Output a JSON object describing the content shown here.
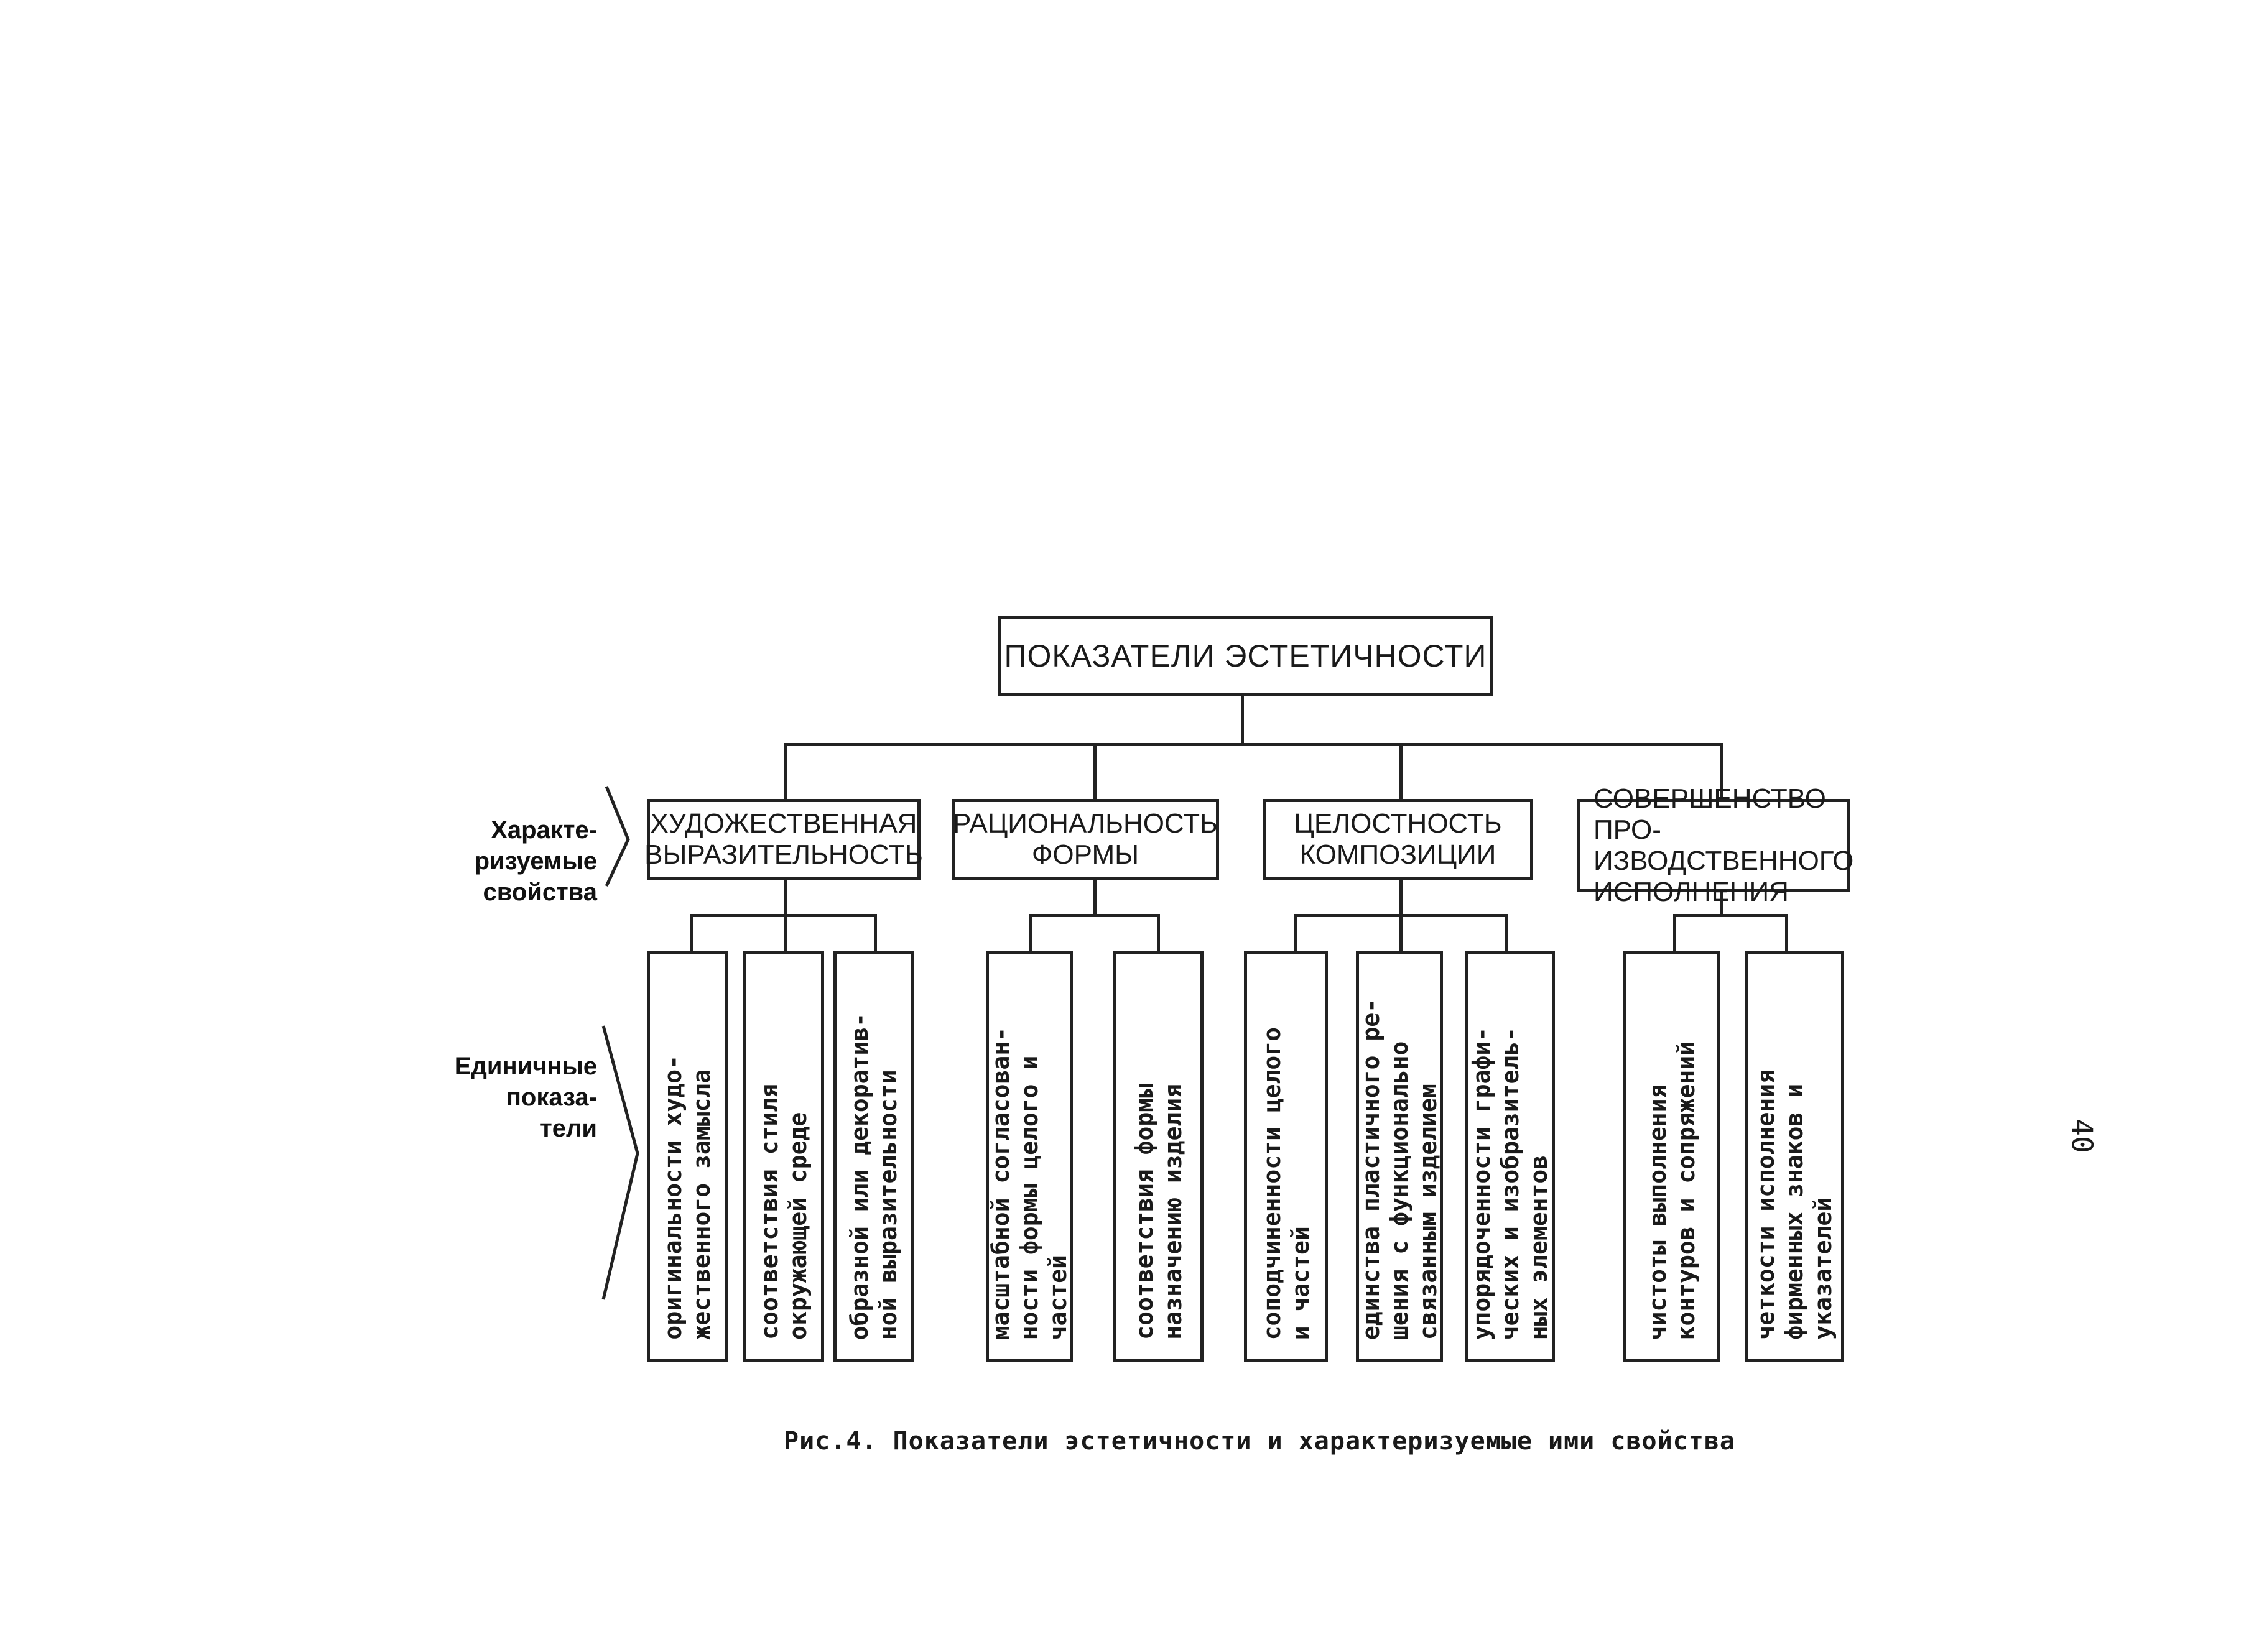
{
  "root": {
    "label": "ПОКАЗАТЕЛИ  ЭСТЕТИЧНОСТИ"
  },
  "side_labels": {
    "properties": [
      "Характе-",
      "ризуемые",
      "свойства"
    ],
    "indicators": [
      "Единичные",
      "показа-",
      "тели"
    ]
  },
  "categories": [
    {
      "lines": [
        "ХУДОЖЕСТВЕННАЯ",
        "ВЫРАЗИТЕЛЬНОСТЬ"
      ]
    },
    {
      "lines": [
        "РАЦИОНАЛЬНОСТЬ",
        "ФОРМЫ"
      ]
    },
    {
      "lines": [
        "ЦЕЛОСТНОСТЬ",
        "КОМПОЗИЦИИ"
      ]
    },
    {
      "lines": [
        "СОВЕРШЕНСТВО ПРО-",
        "ИЗВОДСТВЕННОГО",
        "ИСПОЛНЕНИЯ"
      ]
    }
  ],
  "leaves": [
    "оригинальности худо-\nжественного замысла",
    "соответствия стиля\nокружающей среде",
    "образной или декоратив-\nной выразительности",
    "масштабной согласован-\nности формы целого и\nчастей",
    "соответствия формы\nназначению изделия",
    "соподчиненности целого\nи частей",
    "единства пластичного ре-\nшения с функционально\nсвязанным изделием",
    "упорядоченности графи-\nческих и изобразитель-\nных элементов",
    "чистоты выполнения\nконтуров и сопряжений",
    "четкости исполнения\nфирменных знаков и\nуказателей"
  ],
  "caption": "Рис.4. Показатели эстетичности и характеризуемые ими свойства",
  "page_number": "40"
}
